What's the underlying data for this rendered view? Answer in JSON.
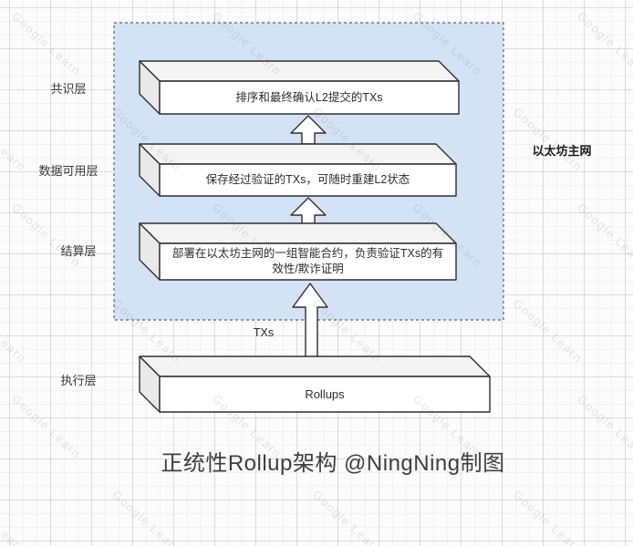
{
  "title": "正统性Rollup架构 @NingNing制图",
  "container": {
    "label": "以太坊主网"
  },
  "layers": [
    {
      "label": "共识层",
      "box_text": "排序和最终确认L2提交的TXs"
    },
    {
      "label": "数据可用层",
      "box_text": "保存经过验证的TXs，可随时重建L2状态"
    },
    {
      "label": "结算层",
      "box_text": "部署在以太坊主网的一组智能合约，负责验证TXs的有效性/欺诈证明"
    },
    {
      "label": "执行层",
      "box_text": "Rollups"
    }
  ],
  "arrow_label": "TXs",
  "watermark": {
    "text": "Google Learn"
  },
  "colors": {
    "container_fill": "#d4e2f6",
    "container_border": "#5f6368",
    "box_front": "#ffffff",
    "box_top": "#f4f4f4",
    "box_side": "#e9e9e9",
    "box_border": "#2f2f2f",
    "text": "#2d2d2d",
    "title_text": "#3f3f3f"
  }
}
